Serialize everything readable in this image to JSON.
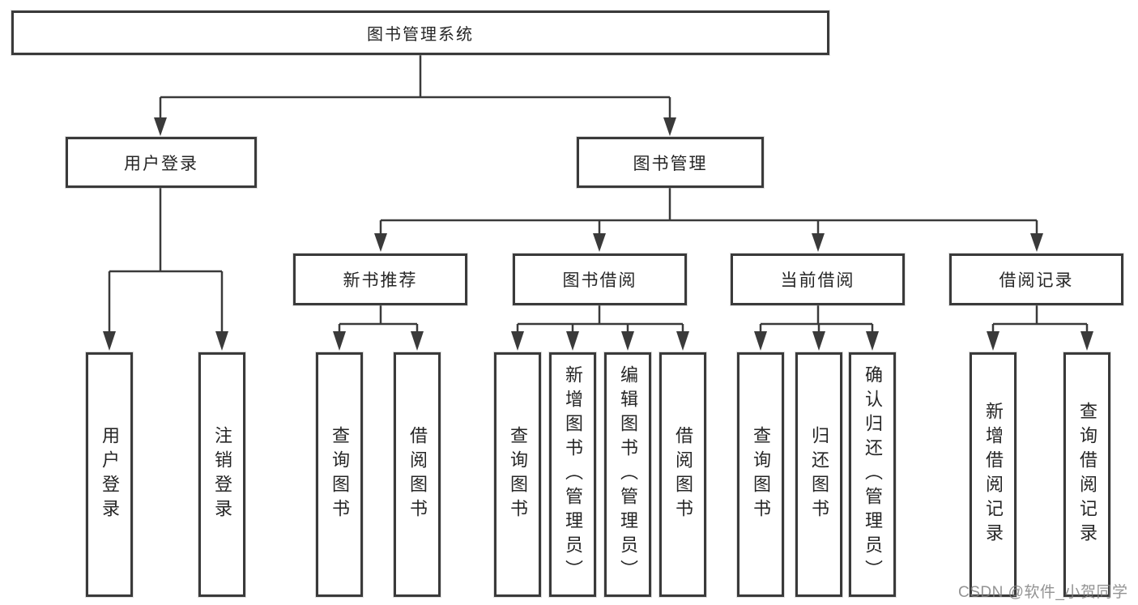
{
  "diagram_type": "hierarchy-tree",
  "colors": {
    "line": "#3a3a3a",
    "box_border": "#3a3a3a",
    "box_fill": "#ffffff",
    "text": "#262626",
    "watermark": "#808080"
  },
  "tree": {
    "root": {
      "label": "图书管理系统"
    },
    "branches": [
      {
        "label": "用户登录",
        "children": [
          {
            "label": "用户登录"
          },
          {
            "label": "注销登录"
          }
        ]
      },
      {
        "label": "图书管理",
        "children": [
          {
            "label": "新书推荐",
            "children": [
              {
                "label": "查询图书"
              },
              {
                "label": "借阅图书"
              }
            ]
          },
          {
            "label": "图书借阅",
            "children": [
              {
                "label": "查询图书"
              },
              {
                "label": "新增图书（管理员）"
              },
              {
                "label": "编辑图书（管理员）"
              },
              {
                "label": "借阅图书"
              }
            ]
          },
          {
            "label": "当前借阅",
            "children": [
              {
                "label": "查询图书"
              },
              {
                "label": "归还图书"
              },
              {
                "label": "确认归还（管理员）"
              }
            ]
          },
          {
            "label": "借阅记录",
            "children": [
              {
                "label": "新增借阅记录"
              },
              {
                "label": "查询借阅记录"
              }
            ]
          }
        ]
      }
    ]
  },
  "watermark": {
    "text": "CSDN @软件_小贺同学"
  }
}
